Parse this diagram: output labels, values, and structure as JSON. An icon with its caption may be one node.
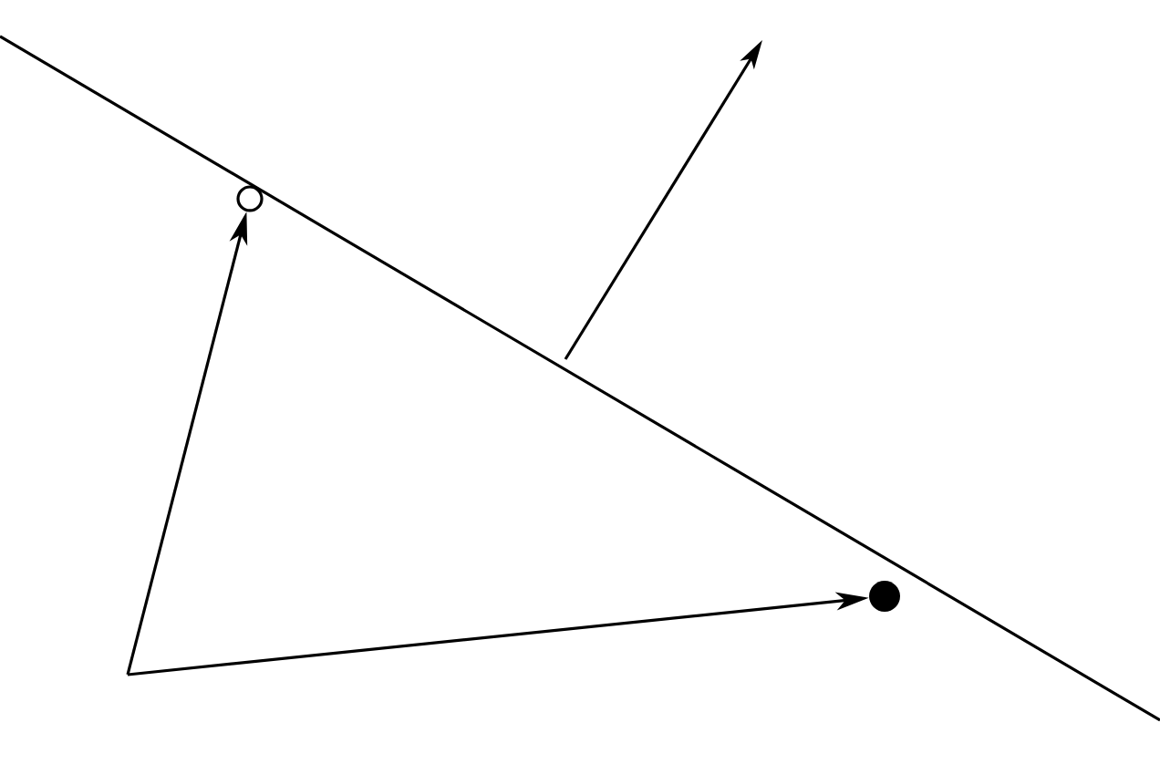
{
  "diagram": {
    "nodes": [
      {
        "text": [],
        "shape": "circle"
      },
      {
        "text": [],
        "shape": "dot"
      }
    ],
    "edges": [
      {
        "from": null,
        "to": 0,
        "arrow": "to"
      },
      {
        "from": null,
        "to": 1,
        "arrow": "to"
      }
    ]
  }
}
